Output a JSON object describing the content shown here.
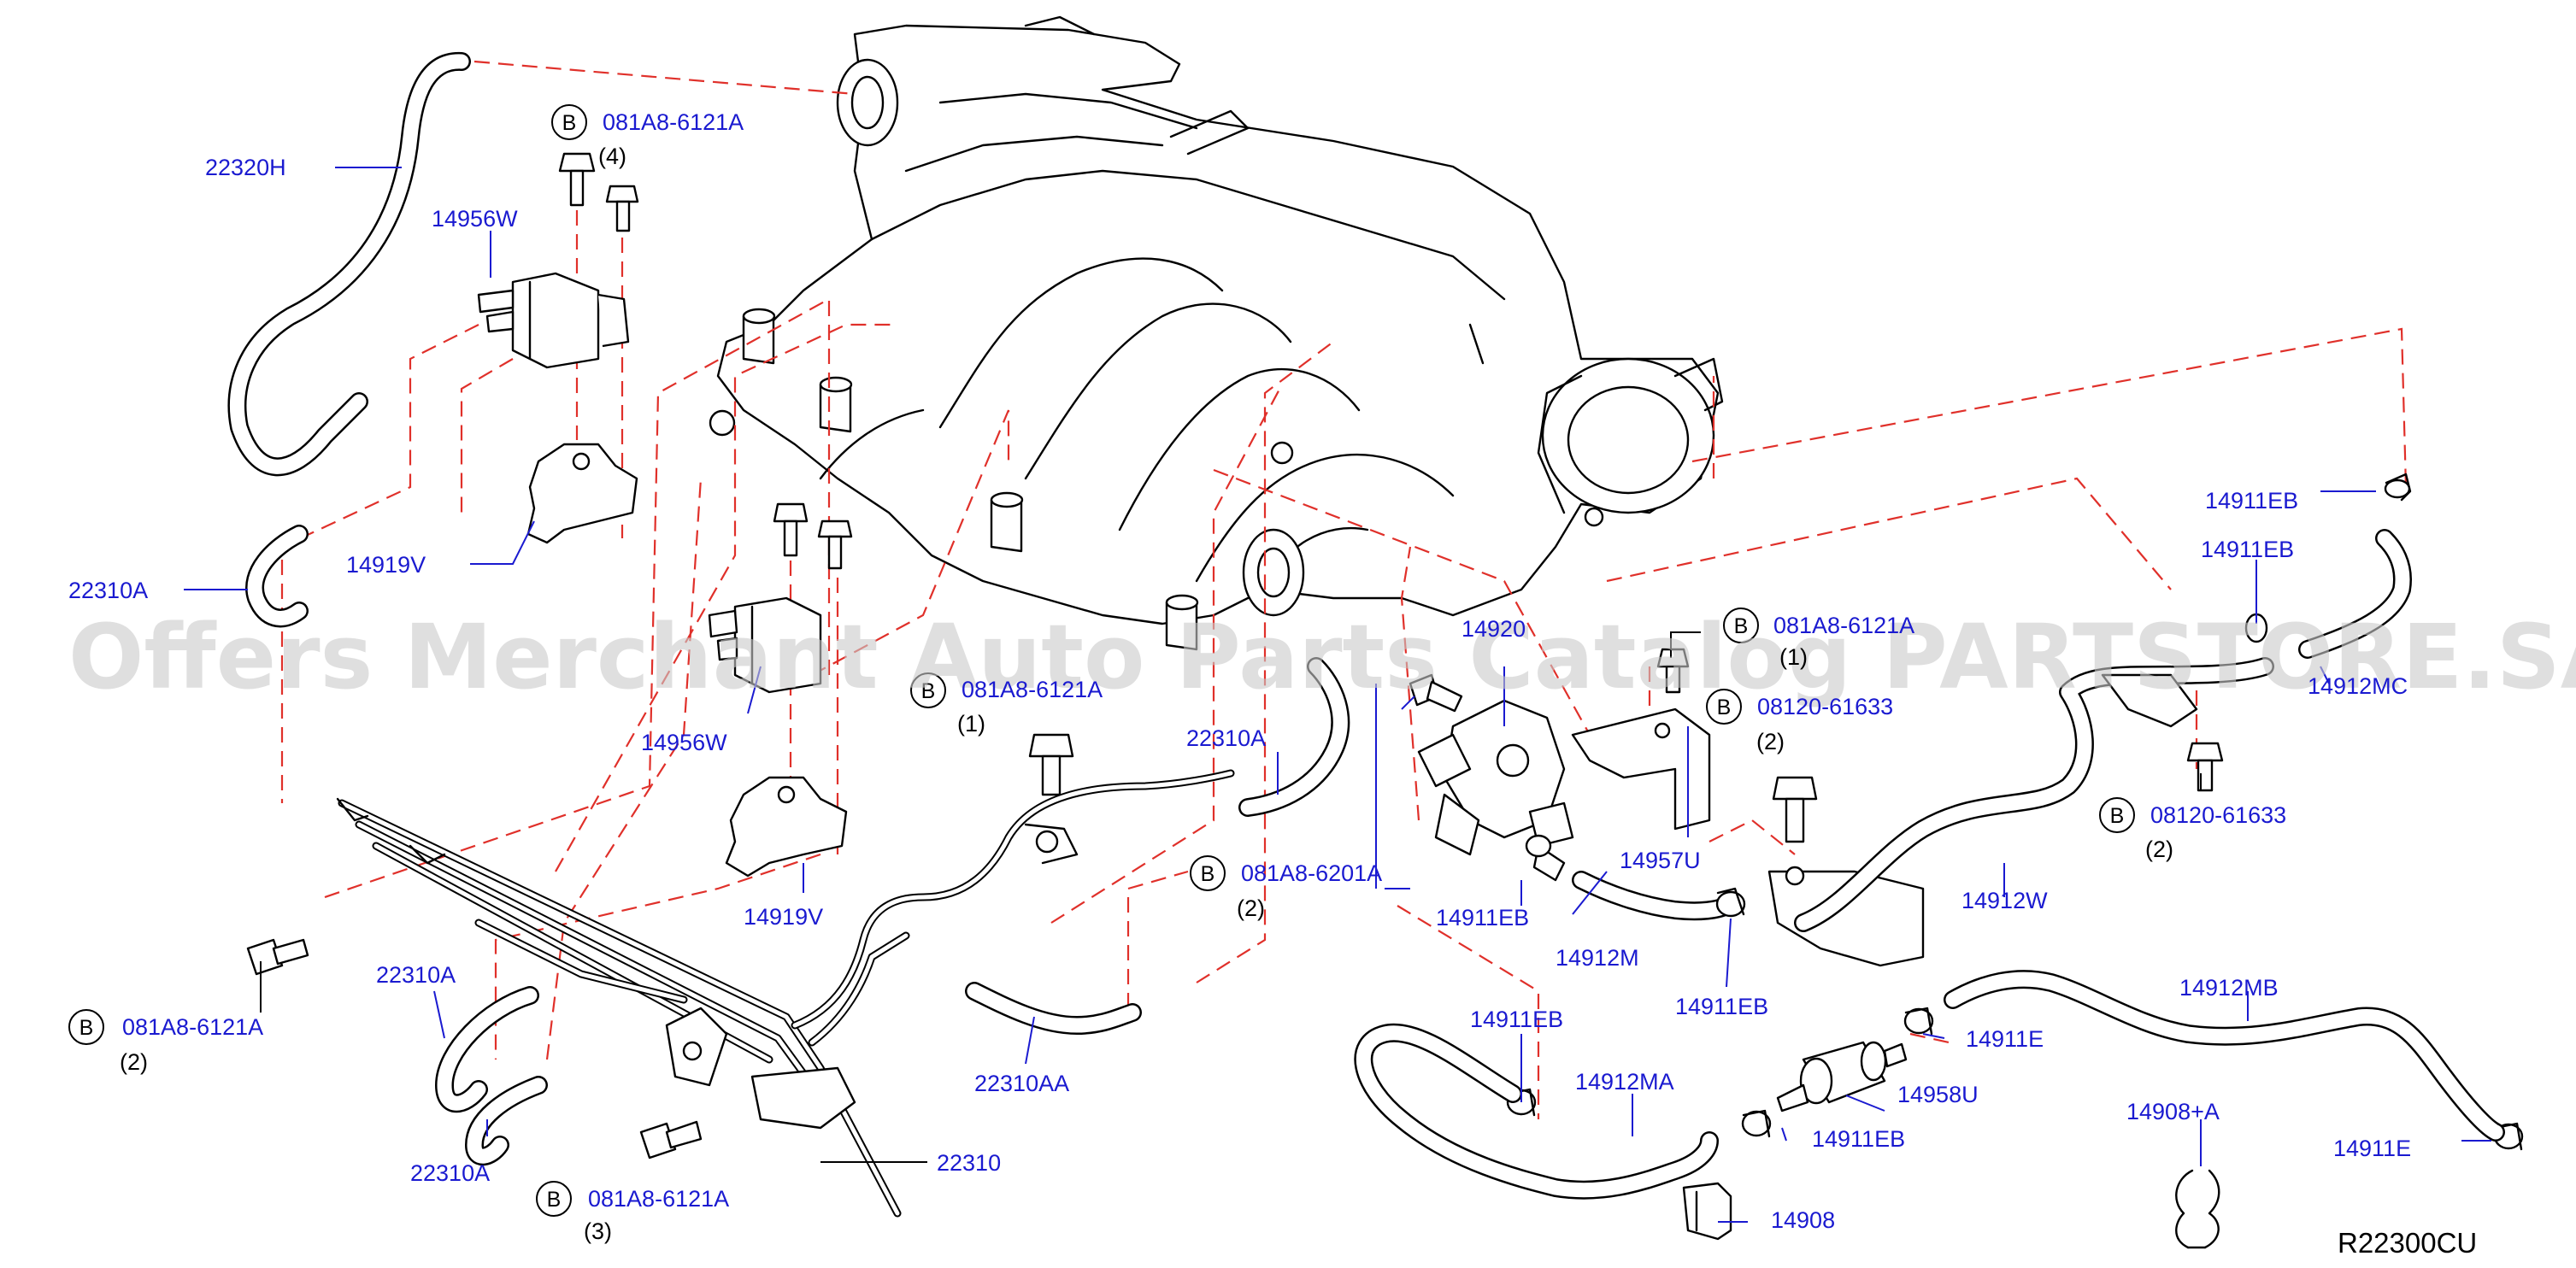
{
  "diagram_code": "R22300CU",
  "watermark": "Offers Merchant Auto Parts Catalog PARTSTORE.SA",
  "bolt_badge_letter": "B",
  "colors": {
    "part_label": "#1a1ad0",
    "quantity_label": "#000000",
    "dashed_guide": "#e0302a",
    "line_art": "#000000",
    "watermark": "#c9c9c9"
  },
  "parts": {
    "p22320H": "22320H",
    "p14956W_top": "14956W",
    "p14956W_mid": "14956W",
    "p14919V_top": "14919V",
    "p14919V_mid": "14919V",
    "p22310A_left": "22310A",
    "p22310A_a": "22310A",
    "p22310A_b": "22310A",
    "p22310A_c": "22310A",
    "p22310AA": "22310AA",
    "p22310": "22310",
    "p14920": "14920",
    "p14957U": "14957U",
    "p14911EB_a": "14911EB",
    "p14911EB_b": "14911EB",
    "p14911EB_c": "14911EB",
    "p14911EB_d": "14911EB",
    "p14911EB_e": "14911EB",
    "p14911EB_f": "14911EB",
    "p14912M": "14912M",
    "p14912MA": "14912MA",
    "p14912MB": "14912MB",
    "p14912MC": "14912MC",
    "p14912W": "14912W",
    "p14911E_a": "14911E",
    "p14911E_b": "14911E",
    "p14958U": "14958U",
    "p14908A": "14908+A",
    "p14908": "14908"
  },
  "bolts": {
    "b1": {
      "code": "081A8-6121A",
      "qty": "(4)"
    },
    "b2": {
      "code": "081A8-6121A",
      "qty": "(1)"
    },
    "b3": {
      "code": "081A8-6201A",
      "qty": "(2)"
    },
    "b4": {
      "code": "081A8-6121A",
      "qty": "(2)"
    },
    "b5": {
      "code": "081A8-6121A",
      "qty": "(3)"
    },
    "b6": {
      "code": "081A8-6121A",
      "qty": "(1)"
    },
    "b7": {
      "code": "08120-61633",
      "qty": "(2)"
    },
    "b8": {
      "code": "08120-61633",
      "qty": "(2)"
    }
  }
}
